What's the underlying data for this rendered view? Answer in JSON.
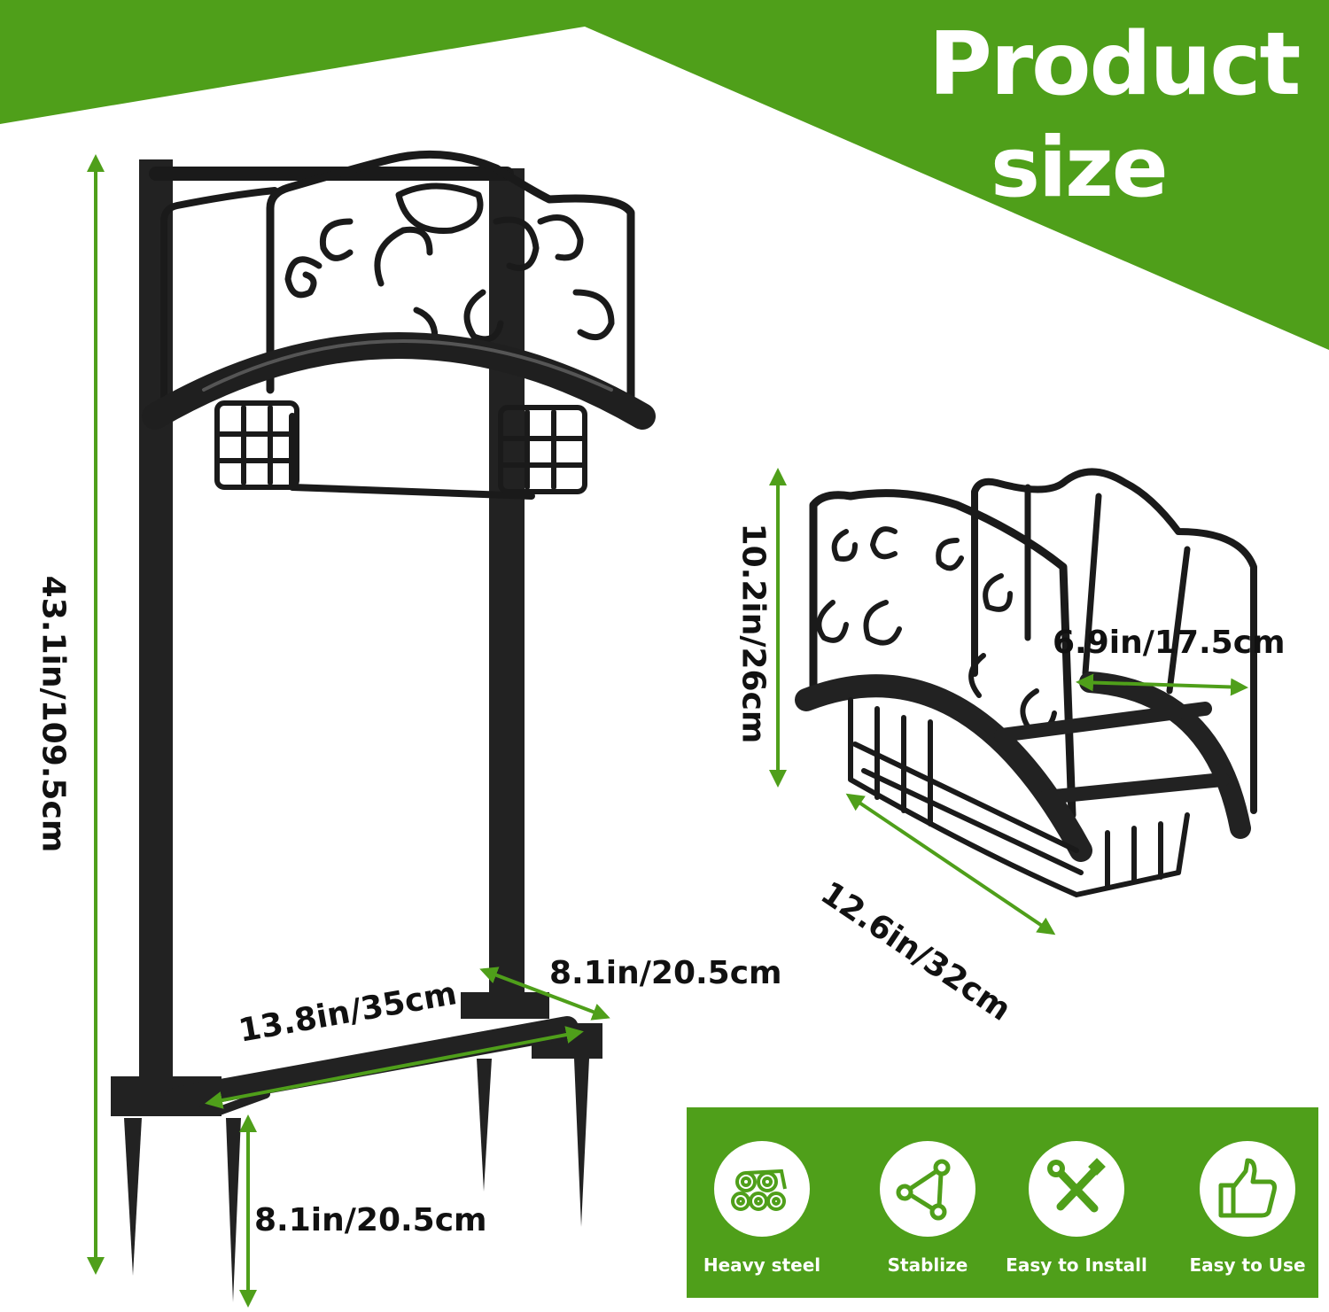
{
  "header": {
    "title_line1": "Product",
    "title_line2": "size"
  },
  "dimensions": {
    "stand_height": "43.1in/109.5cm",
    "base_depth": "8.1in/20.5cm",
    "base_width": "13.8in/35cm",
    "stake_length": "8.1in/20.5cm",
    "holder_height": "10.2in/26cm",
    "holder_depth": "6.9in/17.5cm",
    "holder_width": "12.6in/32cm"
  },
  "features": [
    {
      "label": "Heavy steel",
      "icon": "steel-logs-icon"
    },
    {
      "label": "Stablize",
      "icon": "triangle-nodes-icon"
    },
    {
      "label": "Easy to Install",
      "icon": "wrench-screwdriver-icon"
    },
    {
      "label": "Easy to Use",
      "icon": "thumbs-up-icon"
    }
  ],
  "colors": {
    "brand_green": "#4f9f1a",
    "arrow_green": "#4f9f1a",
    "product_black": "#1a1a1a"
  }
}
